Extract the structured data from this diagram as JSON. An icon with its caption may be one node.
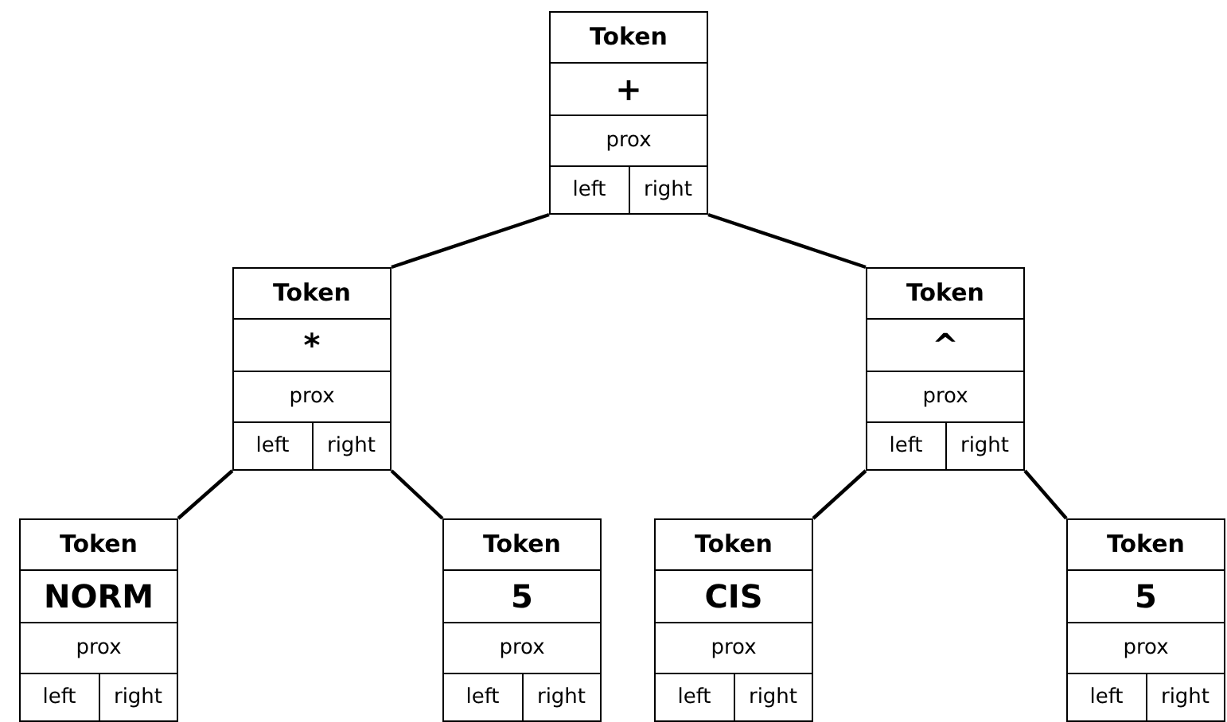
{
  "diagram": {
    "nodes": [
      {
        "text": [
          "Token",
          "+",
          "prox",
          "left",
          "right"
        ]
      },
      {
        "text": [
          "Token",
          "*",
          "prox",
          "left",
          "right"
        ]
      },
      {
        "text": [
          "Token",
          "^",
          "prox",
          "left",
          "right"
        ]
      },
      {
        "text": [
          "Token",
          "NORM",
          "prox",
          "left",
          "right"
        ]
      },
      {
        "text": [
          "Token",
          "5",
          "prox",
          "left",
          "right"
        ]
      },
      {
        "text": [
          "Token",
          "CIS",
          "prox",
          "left",
          "right"
        ]
      },
      {
        "text": [
          "Token",
          "5",
          "prox",
          "left",
          "right"
        ]
      }
    ],
    "edges": [
      {
        "from": 0,
        "to": 1,
        "arrow": "none"
      },
      {
        "from": 0,
        "to": 2,
        "arrow": "none"
      },
      {
        "from": 1,
        "to": 3,
        "arrow": "none"
      },
      {
        "from": 1,
        "to": 4,
        "arrow": "none"
      },
      {
        "from": 2,
        "to": 5,
        "arrow": "none"
      },
      {
        "from": 2,
        "to": 6,
        "arrow": "none"
      }
    ]
  }
}
